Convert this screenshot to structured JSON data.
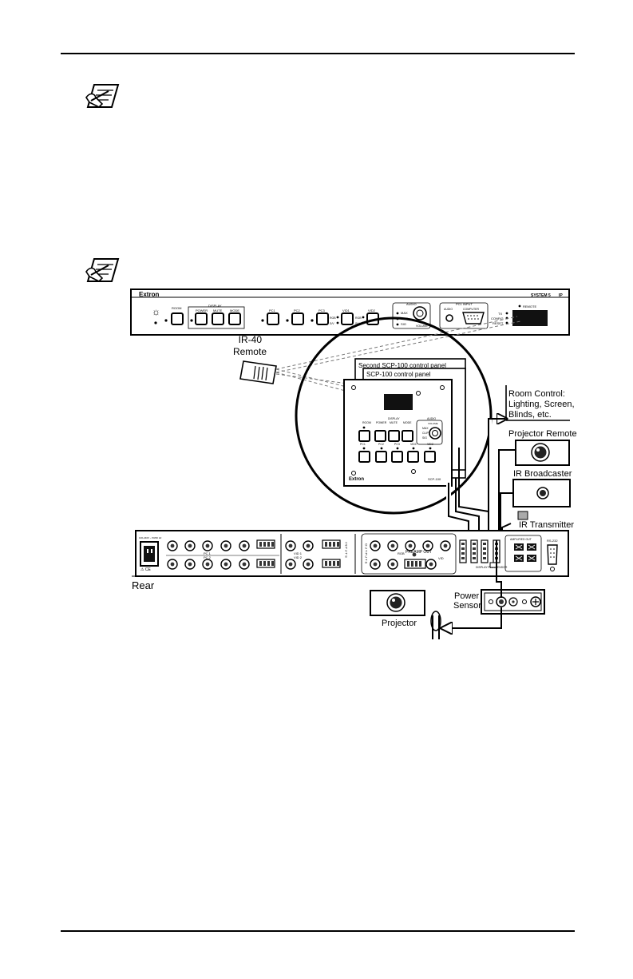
{
  "front_panel": {
    "brand": "Extron",
    "model": "SYSTEM 5",
    "model_suffix": "IP",
    "labels": {
      "room": "ROOM",
      "display": "DISPLAY",
      "power": "POWER",
      "mute": "MUTE",
      "mode": "MODE",
      "pc1": "PC1",
      "pc2": "PC2",
      "pc3": "PC3",
      "vid1": "VID1",
      "vid2": "VID2",
      "rgb": "RGB",
      "svid": "S/V",
      "audio": "AUDIO",
      "max": "MAX",
      "clip": "CLIP",
      "sig": "SIG",
      "volume": "VOLUME",
      "pc1_input": "PC1 INPUT",
      "audio_in": "AUDIO",
      "computer": "COMPUTER",
      "tx": "TX",
      "config": "CONFIG",
      "reset": "RESET",
      "remote": "REMOTE"
    }
  },
  "ir40": {
    "label_line1": "IR-40",
    "label_line2": "Remote"
  },
  "scp": {
    "second_title": "Second SCP-100 control panel",
    "title": "SCP-100 control panel",
    "brand": "Extron",
    "model": "SCP-100",
    "labels": {
      "room": "ROOM",
      "display": "DISPLAY",
      "power": "POWER",
      "mute": "MUTE",
      "mode": "MODE",
      "audio": "AUDIO",
      "volume": "VOLUME",
      "max": "MAX",
      "clip": "CLIP",
      "sig": "SIG",
      "pc1": "PC1",
      "pc2": "PC2",
      "pc3": "PC3",
      "vid1": "VID1",
      "vid2": "VID2"
    }
  },
  "room_control": {
    "line1": "Room Control:",
    "line2": "Lighting, Screen,",
    "line3": "Blinds, etc."
  },
  "projector_remote": "Projector Remote",
  "ir_broadcaster": "IR Broadcaster",
  "ir_transmitter": "IR Transmitter",
  "rear_panel": {
    "label": "Rear",
    "pc1": "PC 1",
    "pc2": "PC 2",
    "vid1": "VID 1",
    "vid2": "VID 2",
    "inputs": "INPUTS",
    "outputs": "OUTPUTS",
    "preamp_out": "PREAMP OUT",
    "amplified_out": "AMPLIFIED OUT",
    "rs232": "RS-232",
    "display_pwr_sensor": "DISPLAY PWR SENSOR",
    "rgb_out": "RGB",
    "vid_out": "VID"
  },
  "power_sensor": {
    "line1": "Power",
    "line2": "Sensor"
  },
  "projector": "Projector",
  "colors": {
    "ink": "#000000",
    "panel_fill": "#ffffff",
    "screen": "#111111",
    "shade": "#888888"
  }
}
